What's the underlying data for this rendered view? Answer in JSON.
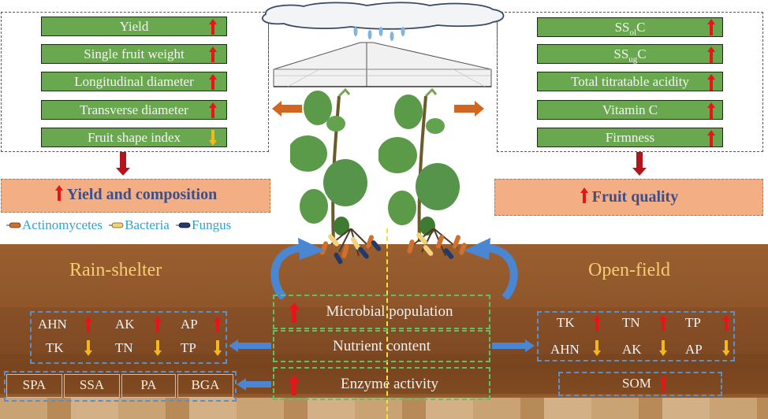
{
  "left_panel": {
    "items": [
      {
        "label": "Yield",
        "trend": "up"
      },
      {
        "label": "Single fruit weight",
        "trend": "up"
      },
      {
        "label": "Longitudinal diameter",
        "trend": "up"
      },
      {
        "label": "Transverse diameter",
        "trend": "up"
      },
      {
        "label": "Fruit shape index",
        "trend": "down"
      }
    ],
    "summary": "Yield and composition",
    "summary_trend": "up"
  },
  "right_panel": {
    "items": [
      {
        "label_main": "SS",
        "label_sub": "ol",
        "label_tail": "C",
        "trend": "up"
      },
      {
        "label_main": "SS",
        "label_sub": "ug",
        "label_tail": "C",
        "trend": "up"
      },
      {
        "label_main": "Total titratable acidity",
        "label_sub": "",
        "label_tail": "",
        "trend": "up"
      },
      {
        "label_main": "Vitamin C",
        "label_sub": "",
        "label_tail": "",
        "trend": "up"
      },
      {
        "label_main": "Firmness",
        "label_sub": "",
        "label_tail": "",
        "trend": "up"
      }
    ],
    "summary": "Fruit quality",
    "summary_trend": "up"
  },
  "legend": [
    {
      "label": "Actinomycetes",
      "color": "#d0702c"
    },
    {
      "label": "Bacteria",
      "color": "#f2d27a"
    },
    {
      "label": "Fungus",
      "color": "#23396b"
    }
  ],
  "sites": {
    "left": "Rain-shelter",
    "right": "Open-field"
  },
  "left_nutrients": {
    "row1": [
      {
        "label": "AHN",
        "trend": "up"
      },
      {
        "label": "AK",
        "trend": "up"
      },
      {
        "label": "AP",
        "trend": "up"
      }
    ],
    "row2": [
      {
        "label": "TK",
        "trend": "down"
      },
      {
        "label": "TN",
        "trend": "down"
      },
      {
        "label": "TP",
        "trend": "down"
      }
    ]
  },
  "right_nutrients": {
    "row1": [
      {
        "label": "TK",
        "trend": "up"
      },
      {
        "label": "TN",
        "trend": "up"
      },
      {
        "label": "TP",
        "trend": "up"
      }
    ],
    "row2": [
      {
        "label": "AHN",
        "trend": "down"
      },
      {
        "label": "AK",
        "trend": "down"
      },
      {
        "label": "AP",
        "trend": "down"
      }
    ]
  },
  "left_enzymes": [
    "SPA",
    "SSA",
    "PA",
    "BGA"
  ],
  "right_som": {
    "label": "SOM",
    "trend": "up"
  },
  "center": {
    "microbial": "Microbial population",
    "nutrient": "Nutrient content",
    "enzyme": "Enzyme activity"
  },
  "colors": {
    "up_arrow": "#e8141a",
    "down_arrow": "#f4b81c",
    "item_green": "#6aa84f",
    "summary_fill": "#f3ae83",
    "summary_text": "#3b4f8c",
    "site_label": "#f5cf6e",
    "legend_text": "#2ea4d3",
    "blue_arrow": "#4a86d2",
    "orange_arrow": "#d2651f",
    "dark_red_arrow": "#b3151b"
  }
}
